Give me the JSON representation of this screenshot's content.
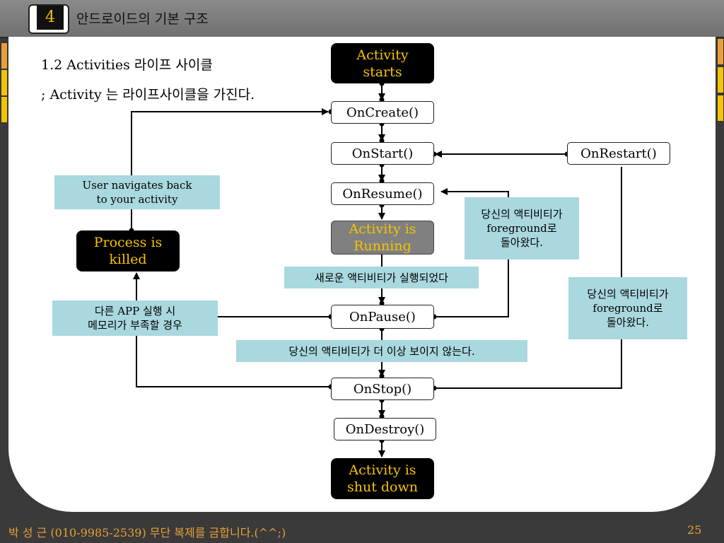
{
  "header": {
    "slide_number": "4",
    "title": "안드로이드의 기본 구조"
  },
  "content": {
    "heading": "1.2 Activities 라이프 사이클",
    "subheading": "; Activity 는 라이프사이클을 가진다."
  },
  "diagram": {
    "nodes": {
      "activity_starts": "Activity\nstarts",
      "on_create": "OnCreate()",
      "on_start": "OnStart()",
      "on_restart": "OnRestart()",
      "on_resume": "OnResume()",
      "activity_running": "Activity is\nRunning",
      "on_pause": "OnPause()",
      "on_stop": "OnStop()",
      "on_destroy": "OnDestroy()",
      "activity_shut_down": "Activity is\nshut down",
      "process_killed": "Process is\nkilled"
    },
    "labels": {
      "user_navigates_back": "User navigates back\nto your activity",
      "foreground_returned_1": "당신의 액티비티가\nforeground로\n돌아왔다.",
      "foreground_returned_2": "당신의 액티비티가\nforeground로\n돌아왔다.",
      "new_activity_running": "새로운 액티비티가 실행되었다",
      "other_app_low_memory": "다른 APP 실행 시\n메모리가 부족할 경우",
      "activity_no_longer_visible": "당신의 액티비티가 더 이상 보이지 않는다."
    }
  },
  "footer": {
    "text": "박 성 근 (010-9985-2539)  무단 복제를 금합니다.(^^;)",
    "page": "25"
  },
  "colors": {
    "accent": "#f5c400",
    "label_bg": "#a9d8df",
    "footer": "#e8a038"
  }
}
